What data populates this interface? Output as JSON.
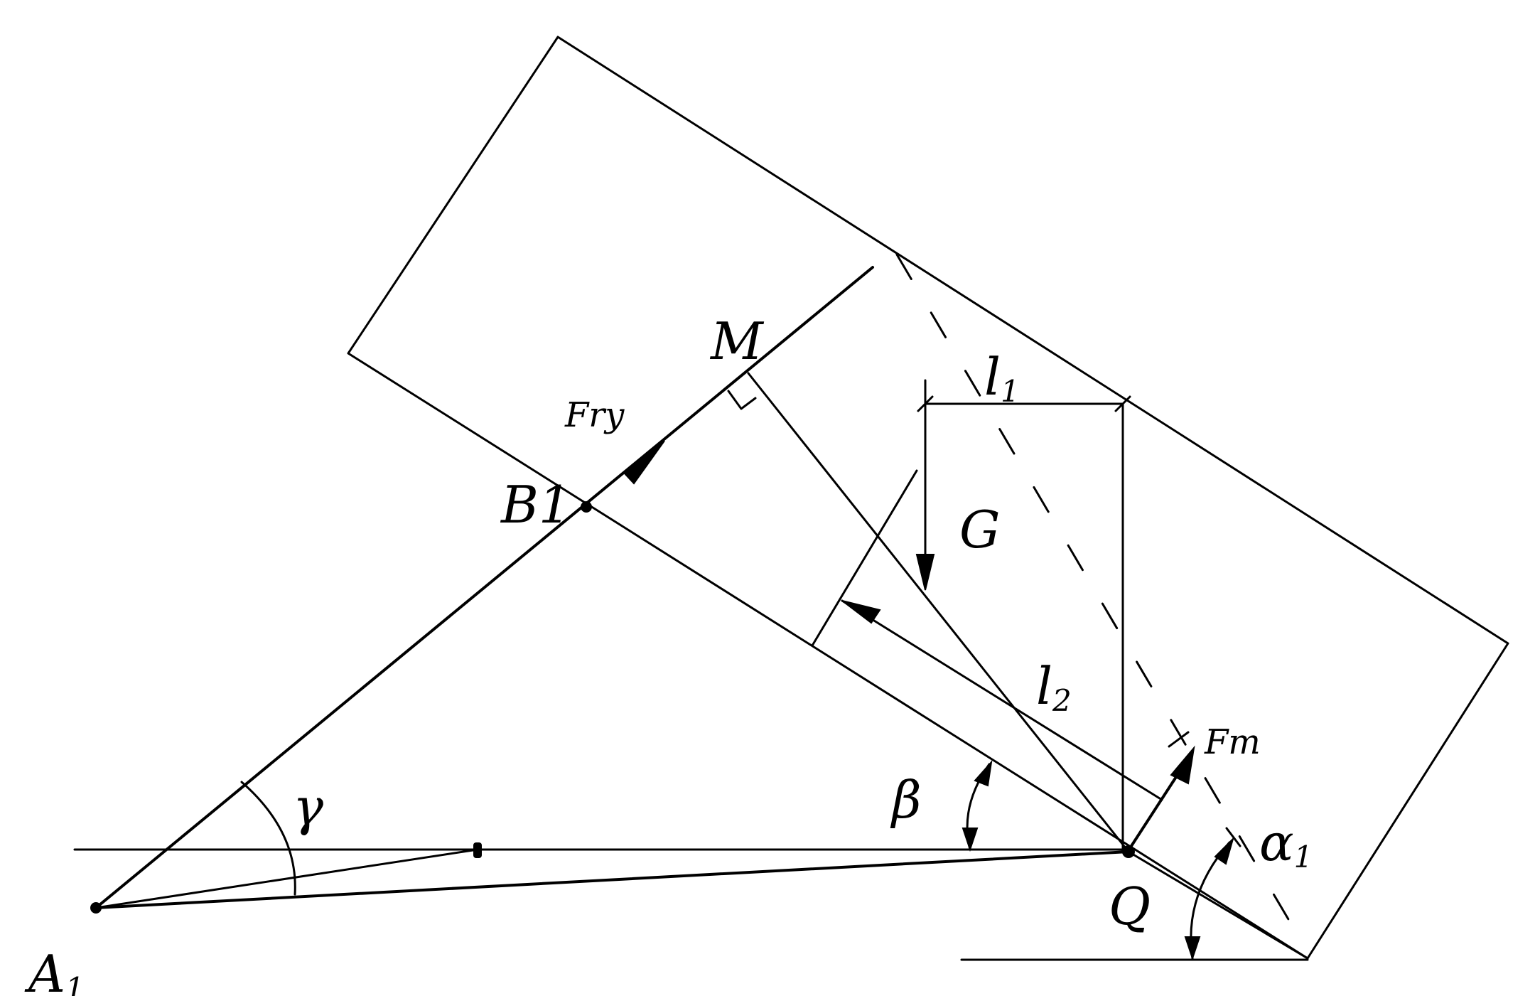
{
  "labels": {
    "A1": "A",
    "A1_sub": "1",
    "B1": "B1",
    "M": "M",
    "Q": "Q",
    "G": "G",
    "Fry": "Fry",
    "Fm": "Fm",
    "l1": "l",
    "l1_sub": "1",
    "l2": "l",
    "l2_sub": "2",
    "alpha1": "α",
    "alpha1_sub": "1",
    "beta": "β",
    "gamma": "γ"
  }
}
